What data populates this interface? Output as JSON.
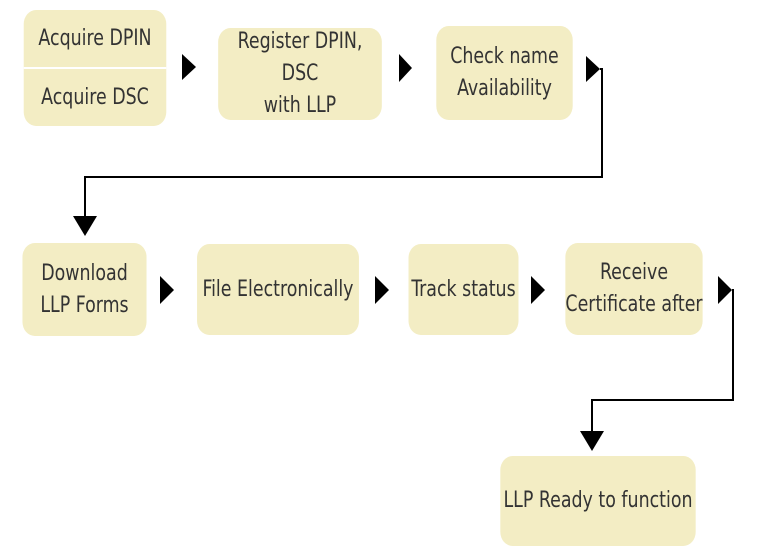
{
  "colors": {
    "box_fill": "#f3edc4",
    "text": "#333333",
    "connector": "#000000",
    "background": "#ffffff"
  },
  "steps": {
    "acquire_dpin": "Acquire DPIN",
    "acquire_dsc": "Acquire DSC",
    "register": "Register DPIN, DSC\nwith LLP",
    "check_name": "Check name\nAvailability",
    "download_forms": "Download\nLLP Forms",
    "file_electronically": "File Electronically",
    "track_status": "Track status",
    "receive_certificate": "Receive\nCertificate after",
    "llp_ready": "LLP Ready to function"
  }
}
